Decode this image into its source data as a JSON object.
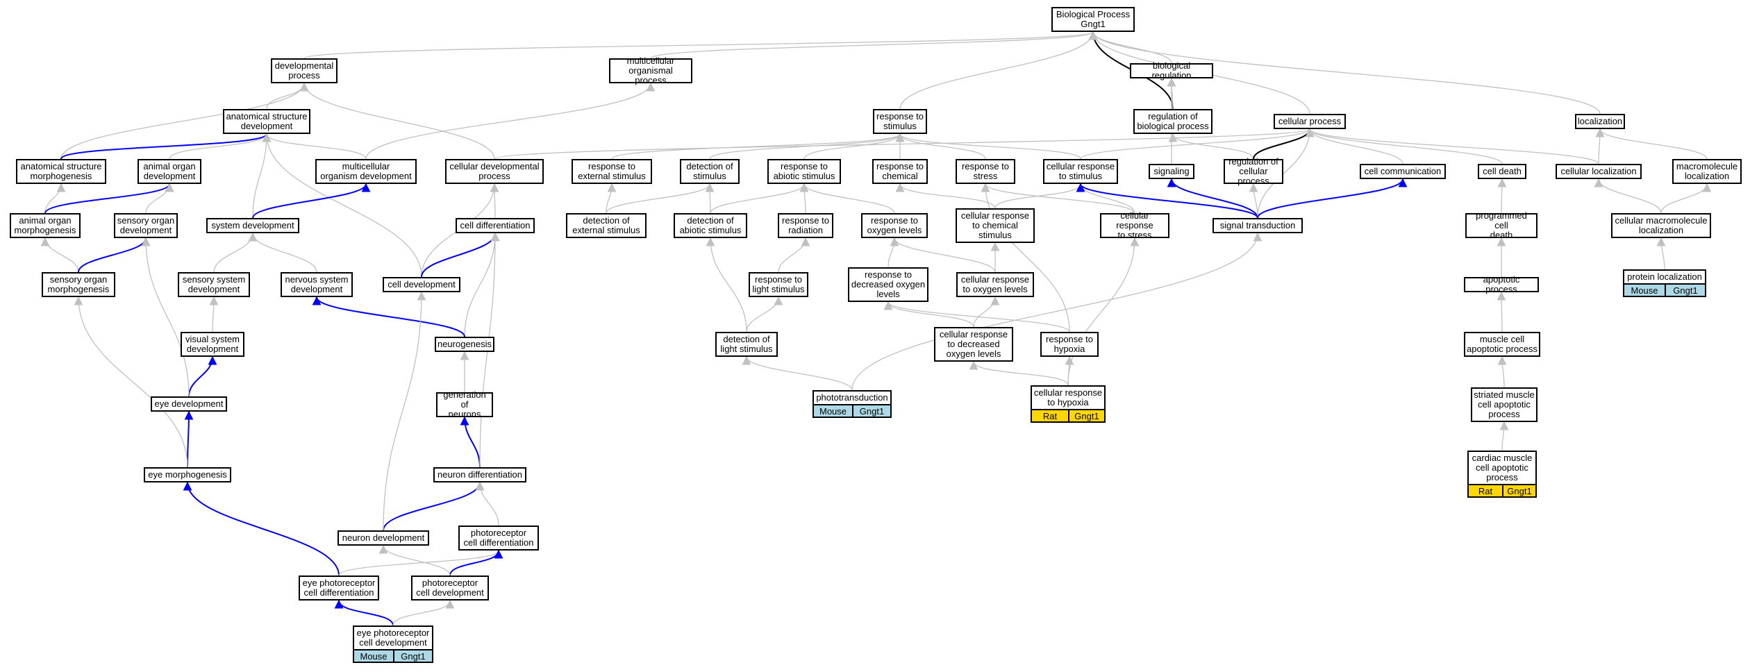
{
  "colors": {
    "edge_gray": "#c0c0c0",
    "edge_blue": "#0000ff",
    "edge_black": "#000000",
    "mouse_fill": "#add8e6",
    "rat_fill": "#ffd700"
  },
  "graph": {
    "nodes": [
      {
        "id": "bp",
        "label": "Biological Process\nGngt1"
      },
      {
        "id": "devproc",
        "label": "developmental\nprocess"
      },
      {
        "id": "mcop",
        "label": "multicellular\norganismal process"
      },
      {
        "id": "biolreg",
        "label": "biological regulation"
      },
      {
        "id": "asdev",
        "label": "anatomical structure\ndevelopment"
      },
      {
        "id": "resp_stim",
        "label": "response to\nstimulus"
      },
      {
        "id": "regbp",
        "label": "regulation of\nbiological process"
      },
      {
        "id": "cellproc",
        "label": "cellular process"
      },
      {
        "id": "localization",
        "label": "localization"
      },
      {
        "id": "asmorph",
        "label": "anatomical structure\nmorphogenesis"
      },
      {
        "id": "aodev",
        "label": "animal organ\ndevelopment"
      },
      {
        "id": "mcodev",
        "label": "multicellular\norganism development"
      },
      {
        "id": "celldevproc",
        "label": "cellular developmental\nprocess"
      },
      {
        "id": "resp_ext",
        "label": "response to\nexternal stimulus"
      },
      {
        "id": "det_stim",
        "label": "detection of\nstimulus"
      },
      {
        "id": "resp_abio",
        "label": "response to\nabiotic stimulus"
      },
      {
        "id": "resp_chem",
        "label": "response to\nchemical"
      },
      {
        "id": "resp_stress",
        "label": "response to\nstress"
      },
      {
        "id": "cell_resp_stim",
        "label": "cellular response\nto stimulus"
      },
      {
        "id": "signaling",
        "label": "signaling"
      },
      {
        "id": "regcp",
        "label": "regulation of\ncellular process"
      },
      {
        "id": "cellcomm",
        "label": "cell communication"
      },
      {
        "id": "celldeath",
        "label": "cell death"
      },
      {
        "id": "cellloc",
        "label": "cellular localization"
      },
      {
        "id": "macroloc",
        "label": "macromolecule\nlocalization"
      },
      {
        "id": "aomorph",
        "label": "animal organ\nmorphogenesis"
      },
      {
        "id": "sodev",
        "label": "sensory organ\ndevelopment"
      },
      {
        "id": "sysdev",
        "label": "system development"
      },
      {
        "id": "celldiff",
        "label": "cell differentiation"
      },
      {
        "id": "det_ext",
        "label": "detection of\nexternal stimulus"
      },
      {
        "id": "det_abio",
        "label": "detection of\nabiotic stimulus"
      },
      {
        "id": "resp_rad",
        "label": "response to\nradiation"
      },
      {
        "id": "resp_oxy",
        "label": "response to\noxygen levels"
      },
      {
        "id": "cell_resp_chem",
        "label": "cellular response\nto chemical\nstimulus"
      },
      {
        "id": "cell_resp_stress",
        "label": "cellular response\nto stress"
      },
      {
        "id": "sigtrans",
        "label": "signal transduction"
      },
      {
        "id": "pcd",
        "label": "programmed cell\ndeath"
      },
      {
        "id": "cellmacroloc",
        "label": "cellular macromolecule\nlocalization"
      },
      {
        "id": "somorph",
        "label": "sensory organ\nmorphogenesis"
      },
      {
        "id": "sensysdev",
        "label": "sensory system\ndevelopment"
      },
      {
        "id": "nsdev",
        "label": "nervous system\ndevelopment"
      },
      {
        "id": "celldev",
        "label": "cell development"
      },
      {
        "id": "resp_light",
        "label": "response to\nlight stimulus"
      },
      {
        "id": "resp_dec_oxy",
        "label": "response to\ndecreased oxygen\nlevels"
      },
      {
        "id": "cell_resp_oxy",
        "label": "cellular response\nto oxygen levels"
      },
      {
        "id": "protloc",
        "label": "protein localization"
      },
      {
        "id": "apoptotic",
        "label": "apoptotic process"
      },
      {
        "id": "visdev",
        "label": "visual system\ndevelopment"
      },
      {
        "id": "neurogenesis",
        "label": "neurogenesis"
      },
      {
        "id": "det_light",
        "label": "detection of\nlight stimulus"
      },
      {
        "id": "cell_resp_dec_oxy",
        "label": "cellular response\nto decreased\noxygen levels"
      },
      {
        "id": "resp_hypoxia",
        "label": "response to\nhypoxia"
      },
      {
        "id": "mcap",
        "label": "muscle cell\napoptotic process"
      },
      {
        "id": "eyedev",
        "label": "eye development"
      },
      {
        "id": "phototrans",
        "label": "phototransduction"
      },
      {
        "id": "cell_resp_hypoxia",
        "label": "cellular response\nto hypoxia"
      },
      {
        "id": "gen_neurons",
        "label": "generation of\nneurons"
      },
      {
        "id": "smcap",
        "label": "striated muscle\ncell apoptotic\nprocess"
      },
      {
        "id": "eyemorph",
        "label": "eye morphogenesis"
      },
      {
        "id": "neurondiff",
        "label": "neuron differentiation"
      },
      {
        "id": "cmcap",
        "label": "cardiac muscle\ncell apoptotic\nprocess"
      },
      {
        "id": "neurondev",
        "label": "neuron development"
      },
      {
        "id": "prcdiff",
        "label": "photoreceptor\ncell differentiation"
      },
      {
        "id": "eprcdiff",
        "label": "eye photoreceptor\ncell differentiation"
      },
      {
        "id": "prcdev",
        "label": "photoreceptor\ncell development"
      },
      {
        "id": "eprcdev",
        "label": "eye photoreceptor\ncell development"
      }
    ],
    "annotations": [
      {
        "node": "eprcdev",
        "species": "Mouse",
        "gene": "Gngt1",
        "color": "#add8e6"
      },
      {
        "node": "phototrans",
        "species": "Mouse",
        "gene": "Gngt1",
        "color": "#add8e6"
      },
      {
        "node": "cell_resp_hypoxia",
        "species": "Rat",
        "gene": "Gngt1",
        "color": "#ffd700"
      },
      {
        "node": "cmcap",
        "species": "Rat",
        "gene": "Gngt1",
        "color": "#ffd700"
      },
      {
        "node": "protloc",
        "species": "Mouse",
        "gene": "Gngt1",
        "color": "#add8e6"
      }
    ],
    "edges": [
      [
        "devproc",
        "bp",
        "gray"
      ],
      [
        "mcop",
        "bp",
        "gray"
      ],
      [
        "resp_stim",
        "bp",
        "gray"
      ],
      [
        "biolreg",
        "bp",
        "gray"
      ],
      [
        "regbp",
        "bp",
        "black"
      ],
      [
        "cellproc",
        "bp",
        "gray"
      ],
      [
        "localization",
        "bp",
        "gray"
      ],
      [
        "asdev",
        "devproc",
        "gray"
      ],
      [
        "asmorph",
        "devproc",
        "gray"
      ],
      [
        "celldevproc",
        "devproc",
        "gray"
      ],
      [
        "mcodev",
        "mcop",
        "gray"
      ],
      [
        "regbp",
        "biolreg",
        "gray"
      ],
      [
        "asmorph",
        "asdev",
        "blue"
      ],
      [
        "aodev",
        "asdev",
        "gray"
      ],
      [
        "mcodev",
        "asdev",
        "gray"
      ],
      [
        "sysdev",
        "asdev",
        "gray"
      ],
      [
        "celldev",
        "asdev",
        "gray"
      ],
      [
        "resp_ext",
        "resp_stim",
        "gray"
      ],
      [
        "det_stim",
        "resp_stim",
        "gray"
      ],
      [
        "resp_abio",
        "resp_stim",
        "gray"
      ],
      [
        "resp_chem",
        "resp_stim",
        "gray"
      ],
      [
        "resp_stress",
        "resp_stim",
        "gray"
      ],
      [
        "cell_resp_stim",
        "resp_stim",
        "gray"
      ],
      [
        "regcp",
        "regbp",
        "gray"
      ],
      [
        "signaling",
        "biolreg",
        "gray"
      ],
      [
        "celldevproc",
        "cellproc",
        "gray"
      ],
      [
        "cell_resp_stim",
        "cellproc",
        "gray"
      ],
      [
        "regcp",
        "cellproc",
        "black"
      ],
      [
        "cellcomm",
        "cellproc",
        "gray"
      ],
      [
        "celldeath",
        "cellproc",
        "gray"
      ],
      [
        "cellloc",
        "cellproc",
        "gray"
      ],
      [
        "sigtrans",
        "cellproc",
        "gray"
      ],
      [
        "cellloc",
        "localization",
        "gray"
      ],
      [
        "macroloc",
        "localization",
        "gray"
      ],
      [
        "aomorph",
        "asmorph",
        "gray"
      ],
      [
        "aomorph",
        "aodev",
        "blue"
      ],
      [
        "sodev",
        "aodev",
        "gray"
      ],
      [
        "sysdev",
        "mcodev",
        "blue"
      ],
      [
        "celldiff",
        "celldevproc",
        "gray"
      ],
      [
        "celldev",
        "celldevproc",
        "gray"
      ],
      [
        "det_ext",
        "resp_ext",
        "gray"
      ],
      [
        "det_ext",
        "det_stim",
        "gray"
      ],
      [
        "det_abio",
        "det_stim",
        "gray"
      ],
      [
        "det_abio",
        "resp_abio",
        "gray"
      ],
      [
        "resp_rad",
        "resp_abio",
        "gray"
      ],
      [
        "resp_oxy",
        "resp_abio",
        "gray"
      ],
      [
        "cell_resp_chem",
        "resp_chem",
        "gray"
      ],
      [
        "cell_resp_chem",
        "cell_resp_stim",
        "gray"
      ],
      [
        "cell_resp_stress",
        "resp_stress",
        "gray"
      ],
      [
        "cell_resp_stress",
        "cell_resp_stim",
        "gray"
      ],
      [
        "sigtrans",
        "cell_resp_stim",
        "blue"
      ],
      [
        "sigtrans",
        "signaling",
        "blue"
      ],
      [
        "sigtrans",
        "regcp",
        "gray"
      ],
      [
        "sigtrans",
        "cellcomm",
        "blue"
      ],
      [
        "pcd",
        "celldeath",
        "gray"
      ],
      [
        "cellmacroloc",
        "cellloc",
        "gray"
      ],
      [
        "cellmacroloc",
        "macroloc",
        "gray"
      ],
      [
        "somorph",
        "aomorph",
        "gray"
      ],
      [
        "somorph",
        "sodev",
        "blue"
      ],
      [
        "sensysdev",
        "sysdev",
        "gray"
      ],
      [
        "nsdev",
        "sysdev",
        "gray"
      ],
      [
        "celldev",
        "celldiff",
        "blue"
      ],
      [
        "neurogenesis",
        "celldiff",
        "gray"
      ],
      [
        "resp_light",
        "resp_rad",
        "gray"
      ],
      [
        "resp_dec_oxy",
        "resp_oxy",
        "gray"
      ],
      [
        "cell_resp_oxy",
        "resp_oxy",
        "gray"
      ],
      [
        "cell_resp_oxy",
        "cell_resp_chem",
        "gray"
      ],
      [
        "protloc",
        "cellmacroloc",
        "gray"
      ],
      [
        "apoptotic",
        "pcd",
        "gray"
      ],
      [
        "visdev",
        "sensysdev",
        "gray"
      ],
      [
        "neurogenesis",
        "nsdev",
        "blue"
      ],
      [
        "det_light",
        "det_abio",
        "gray"
      ],
      [
        "det_light",
        "resp_light",
        "gray"
      ],
      [
        "cell_resp_dec_oxy",
        "resp_dec_oxy",
        "gray"
      ],
      [
        "cell_resp_dec_oxy",
        "cell_resp_oxy",
        "gray"
      ],
      [
        "resp_hypoxia",
        "resp_dec_oxy",
        "gray"
      ],
      [
        "resp_hypoxia",
        "resp_stress",
        "gray"
      ],
      [
        "mcap",
        "apoptotic",
        "gray"
      ],
      [
        "eyedev",
        "visdev",
        "blue"
      ],
      [
        "eyedev",
        "sodev",
        "gray"
      ],
      [
        "phototrans",
        "det_light",
        "gray"
      ],
      [
        "phototrans",
        "sigtrans",
        "gray"
      ],
      [
        "cell_resp_hypoxia",
        "cell_resp_dec_oxy",
        "gray"
      ],
      [
        "cell_resp_hypoxia",
        "resp_hypoxia",
        "gray"
      ],
      [
        "cell_resp_hypoxia",
        "cell_resp_stress",
        "gray"
      ],
      [
        "gen_neurons",
        "neurogenesis",
        "gray"
      ],
      [
        "smcap",
        "mcap",
        "gray"
      ],
      [
        "eyemorph",
        "eyedev",
        "blue"
      ],
      [
        "eyemorph",
        "somorph",
        "gray"
      ],
      [
        "neurondiff",
        "gen_neurons",
        "blue"
      ],
      [
        "neurondiff",
        "celldiff",
        "gray"
      ],
      [
        "cmcap",
        "smcap",
        "gray"
      ],
      [
        "neurondev",
        "neurondiff",
        "blue"
      ],
      [
        "neurondev",
        "celldev",
        "gray"
      ],
      [
        "prcdiff",
        "neurondiff",
        "gray"
      ],
      [
        "eprcdiff",
        "eyemorph",
        "blue"
      ],
      [
        "eprcdiff",
        "prcdiff",
        "gray"
      ],
      [
        "prcdev",
        "prcdiff",
        "blue"
      ],
      [
        "prcdev",
        "neurondev",
        "gray"
      ],
      [
        "eprcdev",
        "eprcdiff",
        "blue"
      ],
      [
        "eprcdev",
        "prcdev",
        "gray"
      ]
    ]
  }
}
